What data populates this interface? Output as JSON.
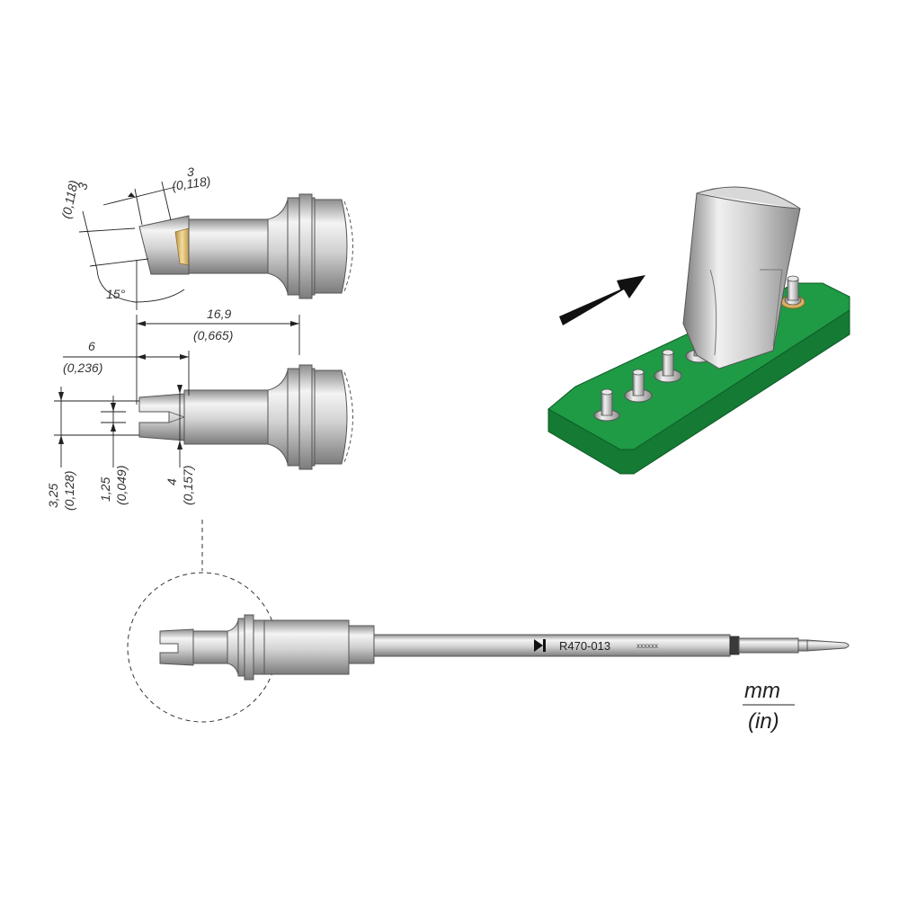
{
  "dimensions": {
    "tip_depth": {
      "mm": "3",
      "in": "(0,118)"
    },
    "blade_length": {
      "mm": "3",
      "in": "(0,118)"
    },
    "bevel_angle": "15°",
    "tip_length": {
      "mm": "16,9",
      "in": "(0,665)"
    },
    "slot_depth": {
      "mm": "6",
      "in": "(0,236)"
    },
    "tip_width": {
      "mm": "3,25",
      "in": "(0,128)"
    },
    "slot_width": {
      "mm": "1,25",
      "in": "(0,049)"
    },
    "shaft_diameter": {
      "mm": "4",
      "in": "(0,157)"
    }
  },
  "product": {
    "model": "R470-013",
    "serial": "xxxxxx"
  },
  "units": {
    "primary": "mm",
    "secondary": "(in)"
  },
  "colors": {
    "pcb_green": "#1f9a45",
    "pcb_dark": "#147a34",
    "metal": "#c8c8c8",
    "solder_gold": "#d9b060",
    "arrow": "#111111"
  }
}
